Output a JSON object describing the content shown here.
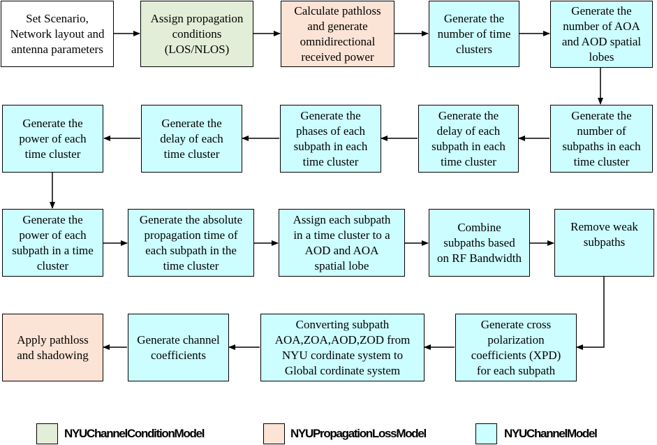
{
  "colors": {
    "condition": "#e2eed8",
    "propagation": "#fbe3d5",
    "channel": "#ccfdff",
    "white": "#ffffff",
    "line": "#000000"
  },
  "boxes": [
    {
      "id": "b1",
      "text": "Set Scenario,\nNetwork layout and\nantenna parameters",
      "color": "white"
    },
    {
      "id": "b2",
      "text": "Assign propagation\nconditions\n(LOS/NLOS)",
      "color": "condition"
    },
    {
      "id": "b3",
      "text": "Calculate pathloss\nand generate\nomnidirectional\nreceived power",
      "color": "propagation"
    },
    {
      "id": "b4",
      "text": "Generate the\nnumber of time\nclusters",
      "color": "channel"
    },
    {
      "id": "b5",
      "text": "Generate the\nnumber of AOA\nand AOD spatial\nlobes",
      "color": "channel"
    },
    {
      "id": "b6",
      "text": "Generate the\npower of each\ntime cluster",
      "color": "channel"
    },
    {
      "id": "b7",
      "text": "Generate the\ndelay of each\ntime cluster",
      "color": "channel"
    },
    {
      "id": "b8",
      "text": "Generate the\nphases of each\nsubpath in each\ntime cluster",
      "color": "channel"
    },
    {
      "id": "b9",
      "text": "Generate the\ndelay of each\nsubpath in each\ntime cluster",
      "color": "channel"
    },
    {
      "id": "b10",
      "text": "Generate the\nnumber of\nsubpaths in each\ntime cluster",
      "color": "channel"
    },
    {
      "id": "b11",
      "text": "Generate the\npower of each\nsubpath in a time\ncluster",
      "color": "channel"
    },
    {
      "id": "b12",
      "text": "Generate the absolute\npropagation time of\neach subpath in the\ntime cluster",
      "color": "channel"
    },
    {
      "id": "b13",
      "text": "Assign each subpath\nin a time cluster to a\nAOD and AOA\nspatial lobe",
      "color": "channel"
    },
    {
      "id": "b14",
      "text": "Combine\nsubpaths based\non RF Bandwidth",
      "color": "channel"
    },
    {
      "id": "b15",
      "text": "Remove weak\nsubpaths",
      "color": "channel"
    },
    {
      "id": "b16",
      "text": "Apply pathloss\nand shadowing",
      "color": "propagation"
    },
    {
      "id": "b17",
      "text": "Generate channel\ncoefficients",
      "color": "channel"
    },
    {
      "id": "b18",
      "text": "Converting subpath\nAOA,ZOA,AOD,ZOD from\nNYU cordinate system to\nGlobal cordinate system",
      "color": "channel"
    },
    {
      "id": "b19",
      "text": "Generate cross\npolarization\ncoefficients (XPD)\nfor each subpath",
      "color": "channel"
    }
  ],
  "legend": [
    {
      "label": "NYUChannelConditionModel",
      "color": "condition"
    },
    {
      "label": "NYUPropagationLossModel",
      "color": "propagation"
    },
    {
      "label": "NYUChannelModel",
      "color": "channel"
    }
  ]
}
